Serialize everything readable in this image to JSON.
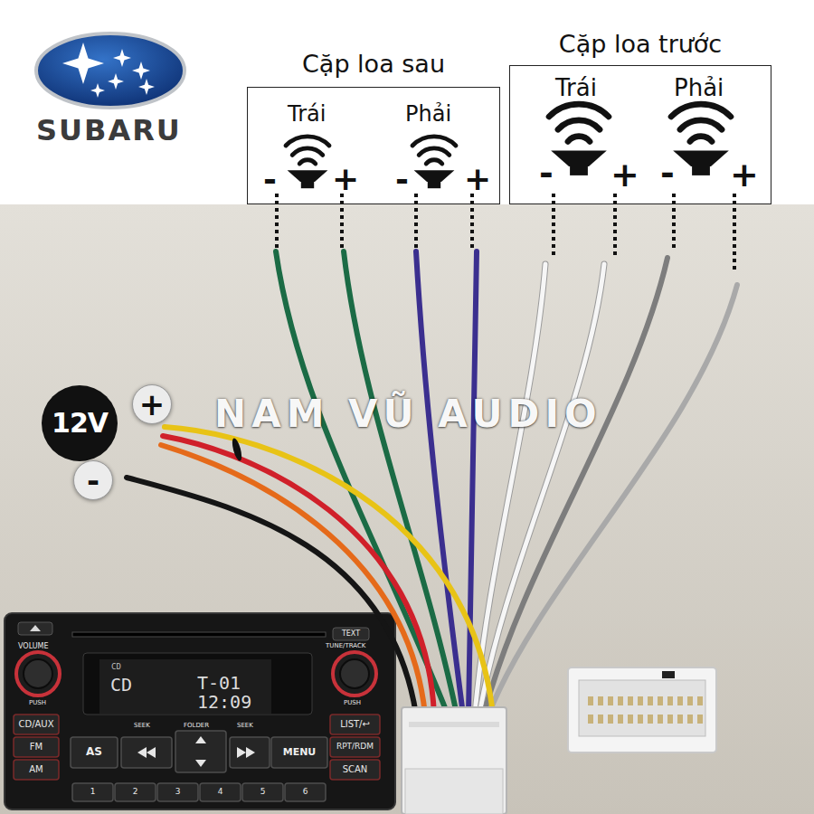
{
  "diagram": {
    "nodes": [
      {
        "text": [
          "Cặp loa sau"
        ]
      },
      {
        "text": [
          "Cặp loa trước"
        ]
      },
      {
        "text": [
          "12V"
        ]
      },
      {
        "text": [
          "+"
        ]
      },
      {
        "text": [
          "-"
        ]
      }
    ],
    "labels": [
      "SUBARU",
      "Trái",
      "Phải",
      "-",
      "+",
      "-",
      "+",
      "Trái",
      "Phải",
      "-",
      "+",
      "-",
      "+",
      "NAM VŨ AUDIO",
      "VOLUME",
      "PUSH",
      "CD/AUX",
      "FM",
      "AM",
      "CD",
      "CD",
      "T-01",
      "12:09",
      "SEEK",
      "FOLDER",
      "SEEK",
      "TEXT",
      "TUNE/TRACK",
      "PUSH",
      "LIST/↩",
      "RPT/RDM",
      "SCAN",
      "AS",
      "MENU",
      "1",
      "2",
      "3",
      "4",
      "5",
      "6"
    ]
  }
}
